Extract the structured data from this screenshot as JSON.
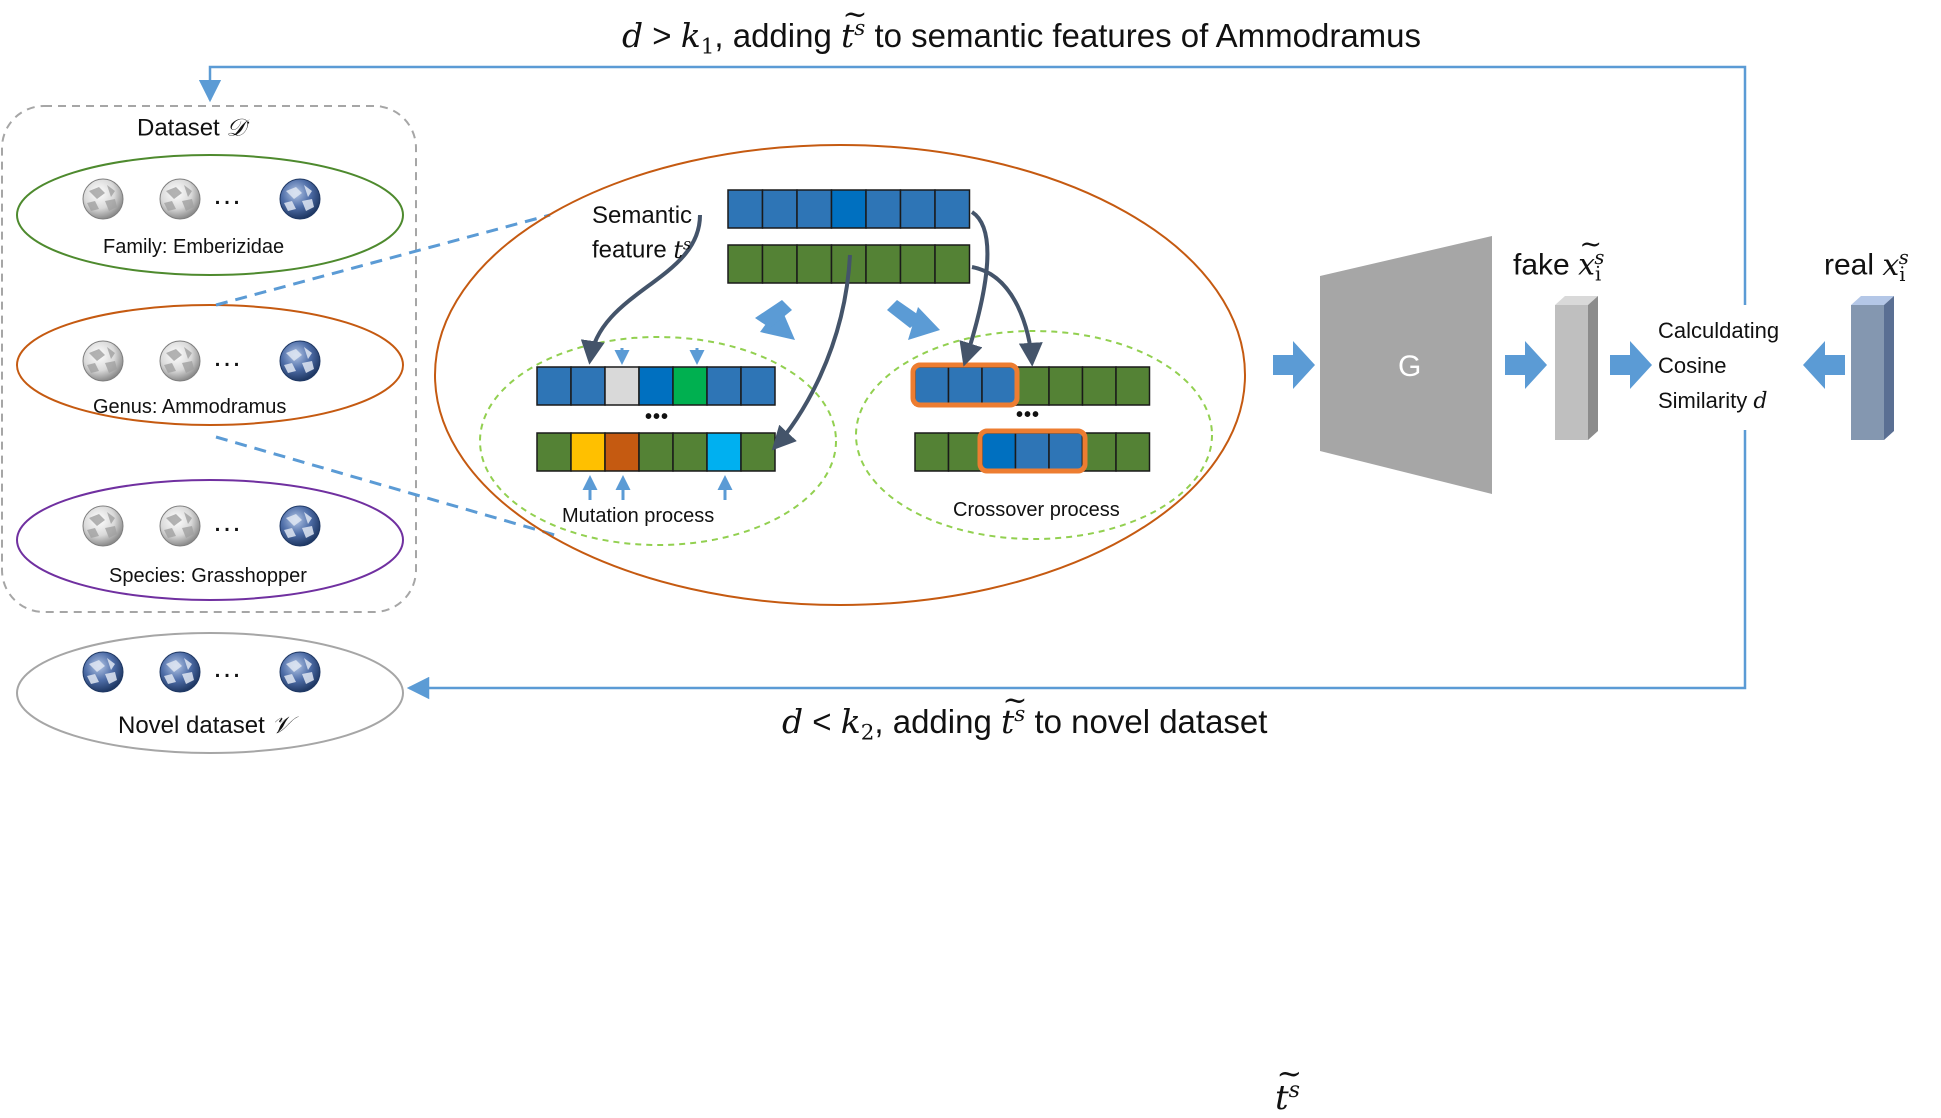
{
  "top_feedback": {
    "cond": "d",
    "op": ">",
    "k": "k",
    "k_sub": "1",
    "pre": ", adding",
    "t": "t",
    "t_sup": "s",
    "post": "to semantic features of Ammodramus"
  },
  "bottom_feedback": {
    "cond": "d",
    "op": "<",
    "k": "k",
    "k_sub": "2",
    "pre": ", adding",
    "t": "t",
    "t_sup": "s",
    "post": "to novel dataset"
  },
  "dataset": {
    "title": "Dataset",
    "symbol": "𝒟",
    "groups": [
      {
        "label": "Family: Emberizidae",
        "color": "#4e8a2e"
      },
      {
        "label": "Genus: Ammodramus",
        "color": "#c55a11"
      },
      {
        "label": "Species: Grasshopper",
        "color": "#7030a0"
      }
    ],
    "ellipsis": "…"
  },
  "novel": {
    "title": "Novel dataset",
    "symbol": "𝒱",
    "color": "#a6a6a6"
  },
  "semantic": {
    "line1": "Semantic",
    "line2": "feature",
    "t": "t",
    "t_sup": "s"
  },
  "mutation": {
    "label": "Mutation process",
    "dots": "•••"
  },
  "crossover": {
    "label": "Crossover process",
    "dots": "•••"
  },
  "generator": {
    "label": "G",
    "input_t": "t",
    "input_sup": "s"
  },
  "fake": {
    "word": "fake",
    "x": "x",
    "sub": "i",
    "sup": "s"
  },
  "real": {
    "word": "real",
    "x": "x",
    "sub": "i",
    "sup": "s"
  },
  "similarity": {
    "line1": "Calculdating",
    "line2": "Cosine",
    "line3": "Similarity",
    "d": "d"
  },
  "colors": {
    "blue": "#2e75b6",
    "blue_bright": "#0070c0",
    "green": "#548235",
    "arrow": "#5b9bd5",
    "dark_arrow": "#44546a",
    "orange": "#c55a11",
    "gray_gen": "#a6a6a6"
  }
}
